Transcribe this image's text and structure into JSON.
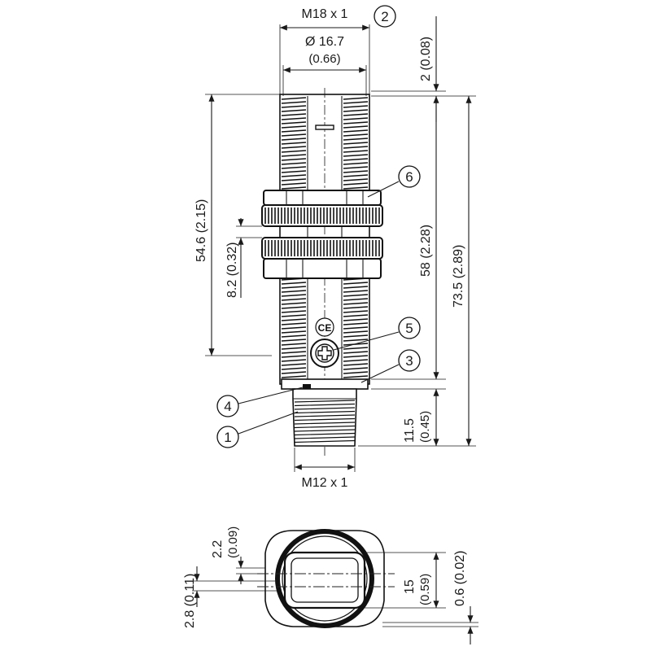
{
  "dimensions": {
    "thread_top": "M18 x 1",
    "diameter": "Ø 16.7",
    "diameter_in": "(0.66)",
    "top_offset": "2 (0.08)",
    "body_length": "54.6 (2.15)",
    "nut_width": "8.2 (0.32)",
    "length_58": "58 (2.28)",
    "length_total": "73.5 (2.89)",
    "connector_len": "11.5",
    "connector_len_in": "(0.45)",
    "thread_bottom": "M12 x 1",
    "front_22": "2.2",
    "front_22_in": "(0.09)",
    "front_28": "2.8 (0.11)",
    "front_15": "15",
    "front_15_in": "(0.59)",
    "front_06": "0.6 (0.02)"
  },
  "callouts": [
    "1",
    "2",
    "3",
    "4",
    "5",
    "6"
  ]
}
